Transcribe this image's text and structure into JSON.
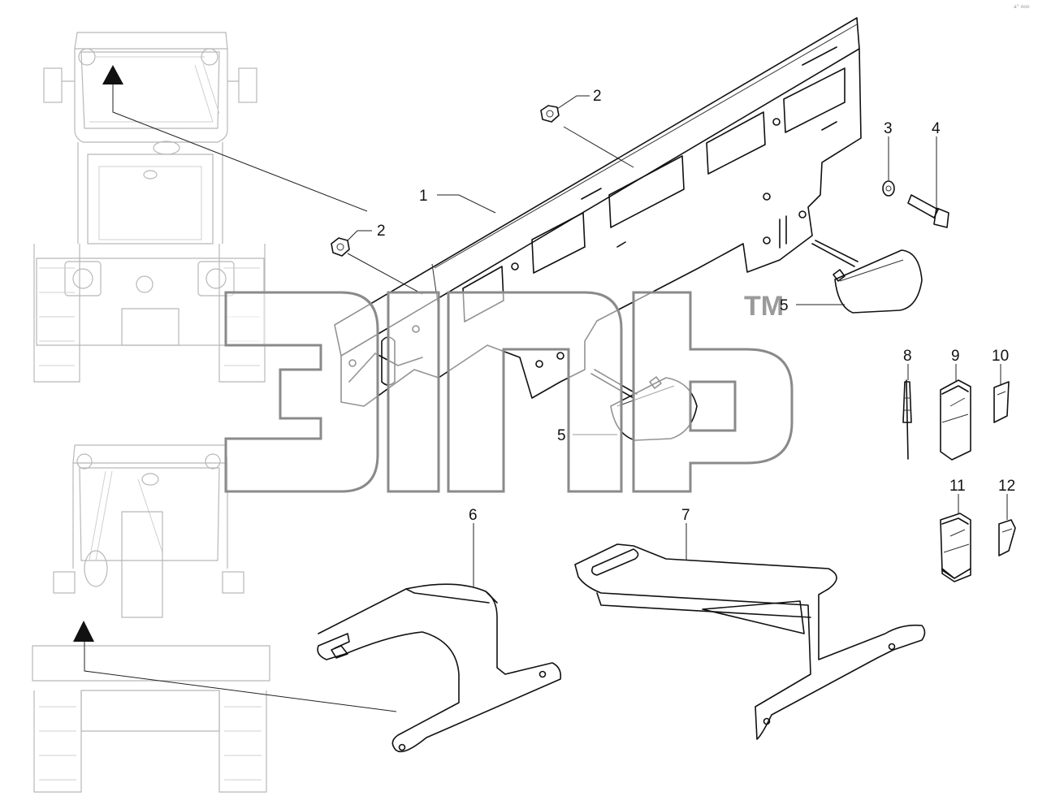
{
  "corner_mark": "a° ooo",
  "watermark": {
    "trademark": "TM"
  },
  "callouts": [
    {
      "id": "1",
      "text": "1"
    },
    {
      "id": "2a",
      "text": "2"
    },
    {
      "id": "2b",
      "text": "2"
    },
    {
      "id": "3",
      "text": "3"
    },
    {
      "id": "4",
      "text": "4"
    },
    {
      "id": "5a",
      "text": "5"
    },
    {
      "id": "5b",
      "text": "5"
    },
    {
      "id": "6",
      "text": "6"
    },
    {
      "id": "7",
      "text": "7"
    },
    {
      "id": "8",
      "text": "8"
    },
    {
      "id": "9",
      "text": "9"
    },
    {
      "id": "10",
      "text": "10"
    },
    {
      "id": "11",
      "text": "11"
    },
    {
      "id": "12",
      "text": "12"
    }
  ]
}
